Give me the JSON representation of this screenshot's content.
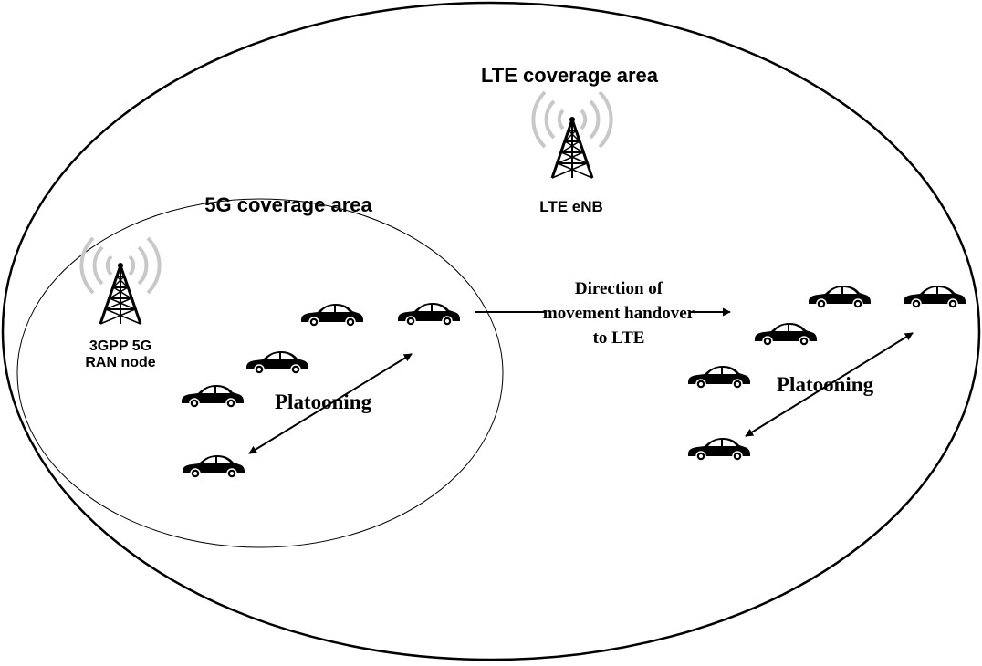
{
  "diagram": {
    "lte_area_label": "LTE coverage area",
    "lte_node_label": "LTE eNB",
    "g5_area_label": "5G coverage area",
    "g5_node_label_line1": "3GPP 5G",
    "g5_node_label_line2": "RAN node",
    "handover_line1": "Direction of",
    "handover_line2": "movement handover",
    "handover_line3": "to LTE",
    "platoon_left_label": "Platooning",
    "platoon_right_label": "Platooning"
  },
  "icons": {
    "tower": "cell-tower-icon",
    "car": "car-icon",
    "arrow": "double-headed-arrow"
  },
  "colors": {
    "ink": "#000000",
    "signal_wave": "#c8c8c8"
  }
}
